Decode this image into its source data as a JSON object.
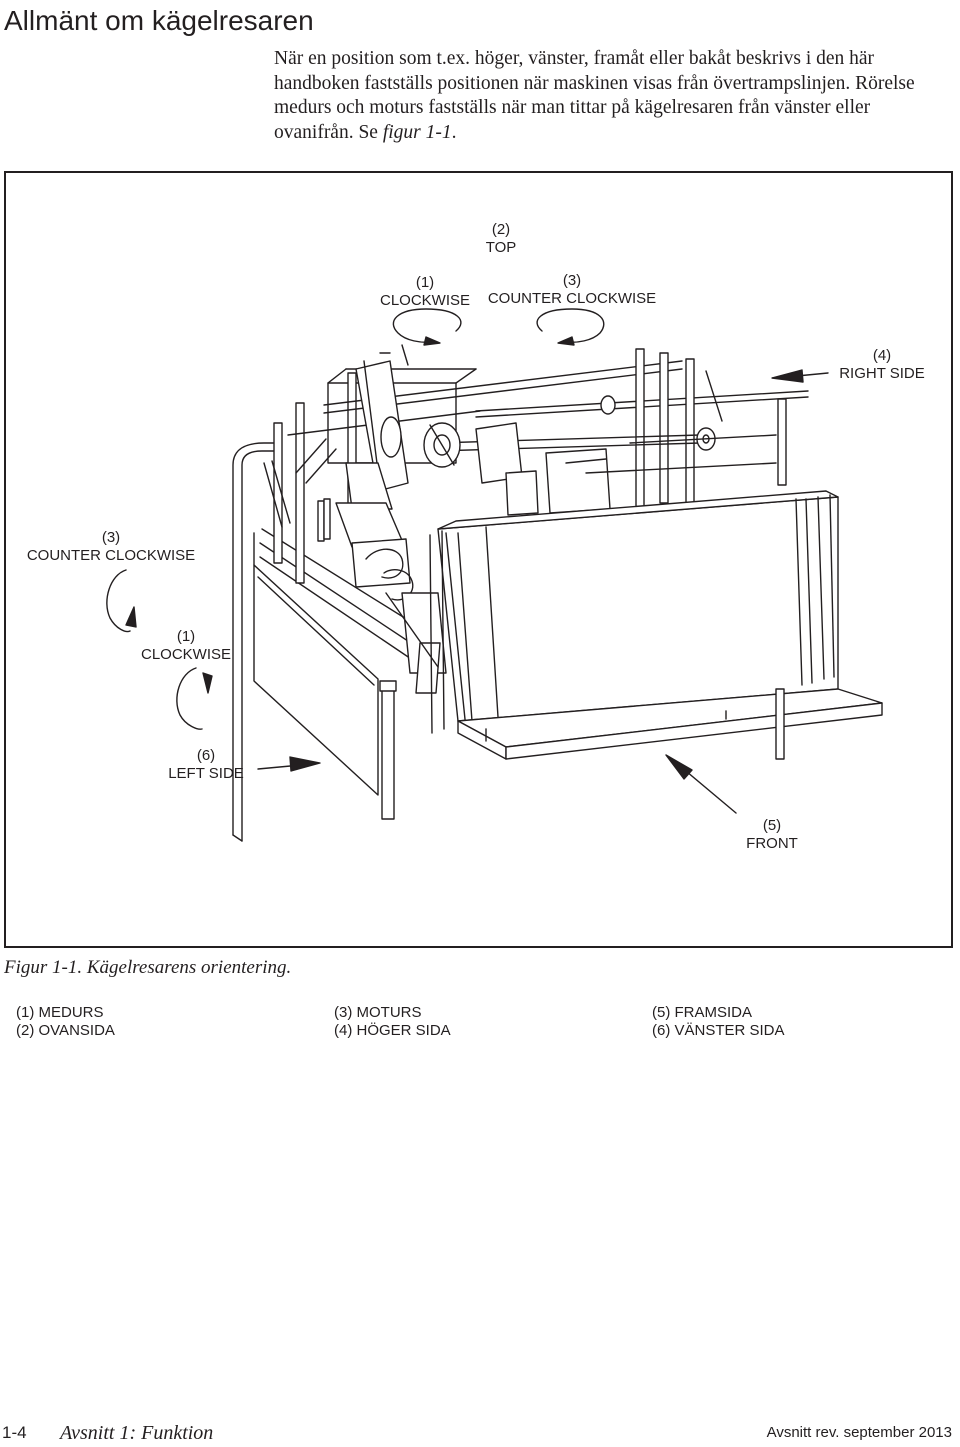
{
  "page": {
    "title": "Allmänt om kägelresaren",
    "intro_text": "När en position som t.ex. höger, vänster, framåt eller bakåt beskrivs i den här handboken fastställs positionen när maskinen visas från övertrampslinjen. Rörelse medurs och moturs fastställs när man tittar på kägelresaren från vänster eller ovanifrån. Se ",
    "intro_fig_ref": "figur 1-1",
    "intro_end": "."
  },
  "figure": {
    "callouts": {
      "top_num": "(2)",
      "top": "TOP",
      "cw_top_num": "(1)",
      "cw_top": "CLOCKWISE",
      "ccw_top_num": "(3)",
      "ccw_top": "COUNTER CLOCKWISE",
      "right_num": "(4)",
      "right": "RIGHT SIDE",
      "ccw_left_num": "(3)",
      "ccw_left": "COUNTER CLOCKWISE",
      "cw_left_num": "(1)",
      "cw_left": "CLOCKWISE",
      "left_num": "(6)",
      "left": "LEFT SIDE",
      "front_num": "(5)",
      "front": "FRONT"
    },
    "caption": "Figur 1-1. Kägelresarens orientering."
  },
  "legend": [
    "(1)  MEDURS",
    "(2)  OVANSIDA",
    "(3)  MOTURS",
    "(4)  HÖGER SIDA",
    "(5)  FRAMSIDA",
    "(6)  VÄNSTER SIDA"
  ],
  "footer": {
    "page_number": "1-4",
    "section": "Avsnitt 1: Funktion",
    "revision": "Avsnitt rev. september 2013"
  }
}
